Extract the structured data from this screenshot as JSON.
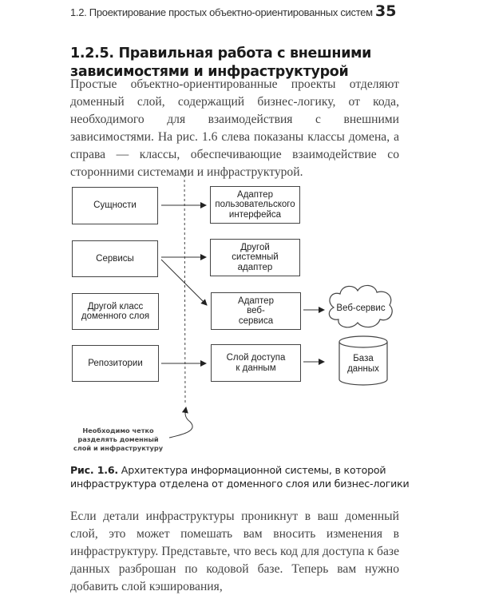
{
  "header": {
    "running_title": "1.2. Проектирование простых объектно-ориентированных систем",
    "page_number": "35"
  },
  "section": {
    "title": "1.2.5. Правильная работа с внешними зависимостями и инфраструктурой"
  },
  "paragraph1": "Простые объектно-ориентированные проекты отделяют доменный слой, содержащий бизнес-логику, от кода, необходимого для взаимодействия с внешними зависимостями. На рис. 1.6 слева показаны классы домена, а справа — классы, обеспечивающие взаимодействие со сторонними системами и инфраструктурой.",
  "figure": {
    "domain_boxes": [
      "Сущности",
      "Сервисы",
      "Другой класс доменного слоя",
      "Репозитории"
    ],
    "infrastructure_boxes": [
      "Адаптер пользовательского интерфейса",
      "Другой системный адаптер",
      "Адаптер веб-сервиса",
      "Слой доступа к данным"
    ],
    "web_service": "Веб-сервис",
    "database": "База данных",
    "annotation": "Необходимо четко разделять доменный слой и инфраструктуру",
    "caption_label": "Рис. 1.6.",
    "caption_text": "Архитектура информационной системы, в которой инфраструктура отделена от доменного слоя или бизнес-логики"
  },
  "paragraph2": "Если детали инфраструктуры проникнут в ваш доменный слой, это может помешать вам вносить изменения в инфраструктуру. Представьте, что весь код для доступа к базе данных разброшан по кодовой базе. Теперь вам нужно добавить слой кэширования,"
}
